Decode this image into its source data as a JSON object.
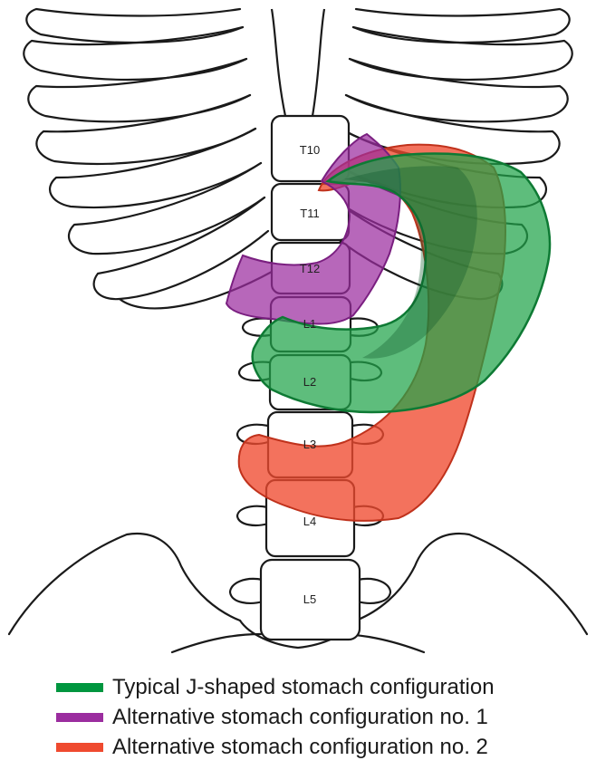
{
  "figure": {
    "vertebrae": [
      "T10",
      "T11",
      "T12",
      "L1",
      "L2",
      "L3",
      "L4",
      "L5"
    ]
  },
  "legend": {
    "items": [
      {
        "label": "Typical J-shaped stomach configuration",
        "color": "#00963f"
      },
      {
        "label": "Alternative stomach configuration no. 1",
        "color": "#9b2d9f"
      },
      {
        "label": "Alternative stomach configuration no. 2",
        "color": "#ef4a2f"
      }
    ]
  },
  "colors": {
    "outline": "#1a1a1a",
    "green_fill": "#20a349",
    "purple_fill": "#9b2d9f",
    "orange_fill": "#ef4a2f"
  }
}
